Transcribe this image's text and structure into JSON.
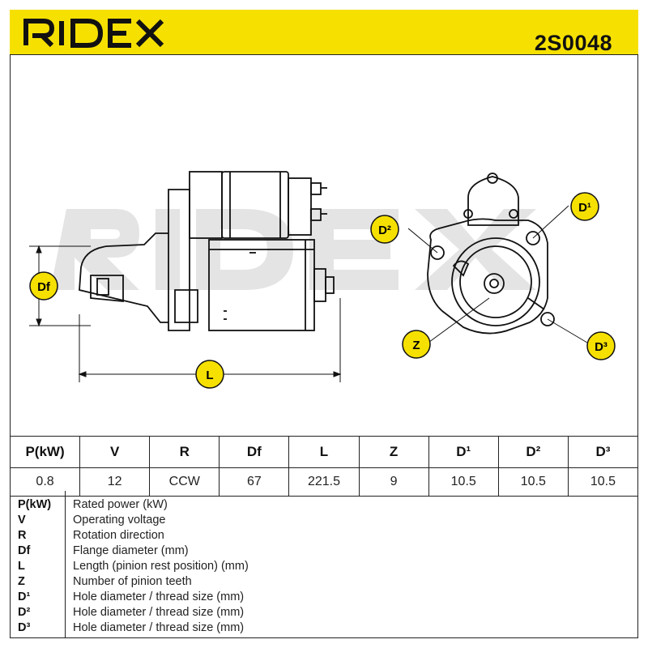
{
  "brand": {
    "logo_text": "RIDEX",
    "logo_color": "#111111",
    "header_color": "#f5e000"
  },
  "part_number": "2S0048",
  "drawing": {
    "labels": {
      "df": "Df",
      "l": "L",
      "z": "Z",
      "d1": "D¹",
      "d2": "D²",
      "d3": "D³"
    },
    "watermark": "RIDEX"
  },
  "spec_table": {
    "headers": [
      "P(kW)",
      "V",
      "R",
      "Df",
      "L",
      "Z",
      "D¹",
      "D²",
      "D³"
    ],
    "values": [
      "0.8",
      "12",
      "CCW",
      "67",
      "221.5",
      "9",
      "10.5",
      "10.5",
      "10.5"
    ]
  },
  "legend": [
    {
      "key": "P(kW)",
      "desc": "Rated power (kW)"
    },
    {
      "key": "V",
      "desc": "Operating voltage"
    },
    {
      "key": "R",
      "desc": "Rotation direction"
    },
    {
      "key": "Df",
      "desc": "Flange diameter (mm)"
    },
    {
      "key": "L",
      "desc": "Length (pinion rest position) (mm)"
    },
    {
      "key": "Z",
      "desc": "Number of pinion teeth"
    },
    {
      "key": "D¹",
      "desc": "Hole diameter / thread size (mm)"
    },
    {
      "key": "D²",
      "desc": "Hole diameter / thread size (mm)"
    },
    {
      "key": "D³",
      "desc": "Hole diameter / thread size (mm)"
    }
  ]
}
